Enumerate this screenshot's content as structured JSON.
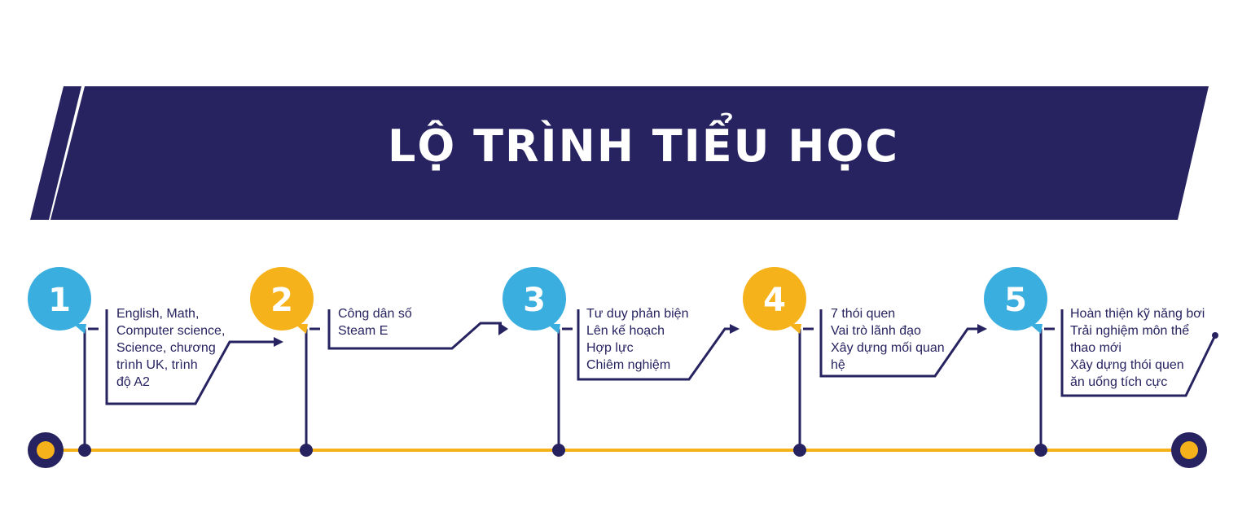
{
  "title": "LỘ TRÌNH TIỂU HỌC",
  "colors": {
    "navy": "#262360",
    "blue": "#3aaede",
    "yellow": "#f6b21a",
    "white": "#ffffff"
  },
  "steps": [
    {
      "number": "1",
      "color": "blue",
      "lines": [
        "English, Math,",
        "Computer science,",
        "Science, chương",
        "trình UK, trình",
        "độ A2"
      ]
    },
    {
      "number": "2",
      "color": "yellow",
      "lines": [
        "Công dân số",
        "Steam E"
      ]
    },
    {
      "number": "3",
      "color": "blue",
      "lines": [
        "Tư duy phản biện",
        "Lên kế hoạch",
        "Hợp lực",
        "Chiêm nghiệm"
      ]
    },
    {
      "number": "4",
      "color": "yellow",
      "lines": [
        "7 thói quen",
        "Vai trò lãnh đạo",
        "Xây dựng mối quan",
        "hệ"
      ]
    },
    {
      "number": "5",
      "color": "blue",
      "lines": [
        "Hoàn thiện kỹ năng bơi",
        "Trải nghiệm môn thể",
        "thao mới",
        "Xây dựng thói quen",
        "ăn uống tích cực"
      ]
    }
  ]
}
